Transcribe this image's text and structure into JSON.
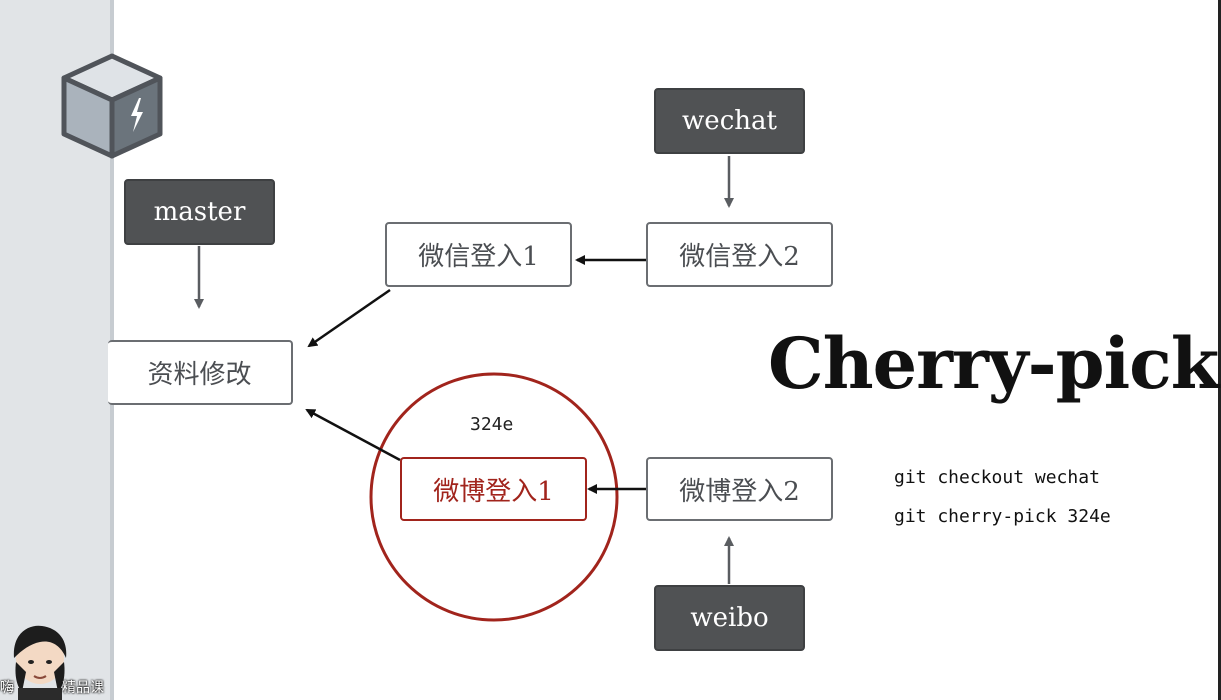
{
  "branches": {
    "master": "master",
    "wechat": "wechat",
    "weibo": "weibo"
  },
  "commits": {
    "base": "资料修改",
    "wechat_1": "微信登入1",
    "wechat_2": "微信登入2",
    "weibo_1": "微博登入1",
    "weibo_2": "微博登入2"
  },
  "highlight": {
    "hash": "324e",
    "color": "#a1241c"
  },
  "title": "Cherry-pick",
  "commands": [
    "git checkout wechat",
    "git cherry-pick 324e"
  ],
  "watermark": {
    "left_text": "嗨",
    "right_text": "精品课"
  },
  "icons": {
    "logo": "cube-lightning-icon",
    "presenter": "presenter-avatar-icon"
  }
}
